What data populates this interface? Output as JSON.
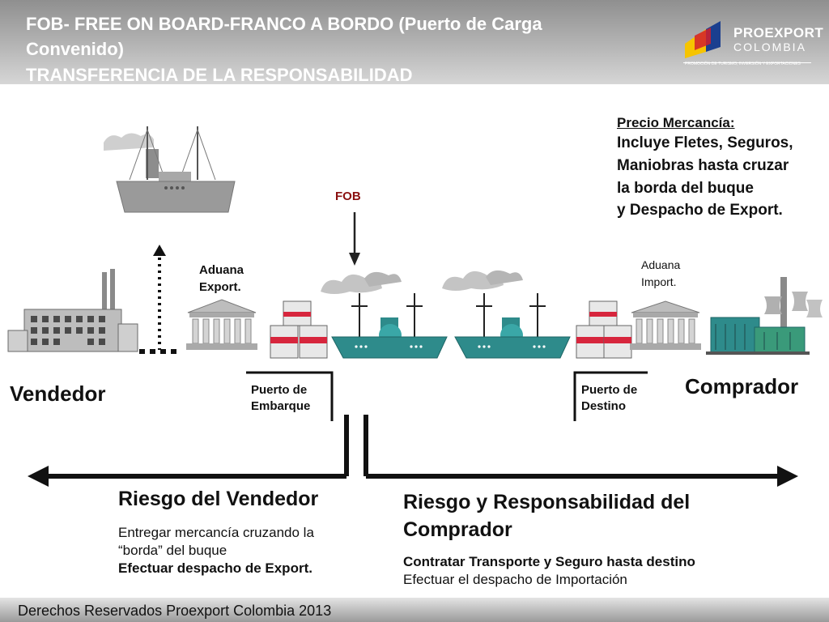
{
  "header": {
    "title_line1": "FOB- FREE ON BOARD-FRANCO A BORDO (Puerto de Carga",
    "title_line2": "Convenido)",
    "title_line3": "TRANSFERENCIA DE LA RESPONSABILIDAD"
  },
  "logo": {
    "name": "PROEXPORT",
    "country": "COLOMBIA",
    "tagline": "PROMOCIÓN DE TURISMO, INVERSIÓN Y EXPORTACIONES"
  },
  "price_note": {
    "heading": "Precio Mercancía:",
    "line1": "Incluye Fletes, Seguros,",
    "line2": "Maniobras hasta cruzar",
    "line3": "la borda del buque",
    "line4": "y Despacho de Export."
  },
  "fob_label": "FOB",
  "customs_export": {
    "line1": "Aduana",
    "line2": "Export."
  },
  "customs_import": {
    "line1": "Aduana",
    "line2": "Import."
  },
  "seller": "Vendedor",
  "buyer": "Comprador",
  "port_origin": {
    "line1": "Puerto de",
    "line2": "Embarque"
  },
  "port_destination": {
    "line1": "Puerto de",
    "line2": "Destino"
  },
  "seller_risk": {
    "title": "Riesgo del Vendedor",
    "line1": "Entregar mercancía cruzando la",
    "line2": "“borda” del buque",
    "line3": "Efectuar despacho de Export."
  },
  "buyer_risk": {
    "title_line1": "Riesgo y Responsabilidad del",
    "title_line2": "Comprador",
    "line1": "Contratar Transporte y Seguro hasta destino",
    "line2": "Efectuar el despacho de Importación"
  },
  "footer": "Derechos Reservados Proexport Colombia 2013",
  "colors": {
    "fob_red": "#8b1010",
    "ship_teal": "#2e8b8b",
    "ship_gray": "#9a9a9a"
  }
}
